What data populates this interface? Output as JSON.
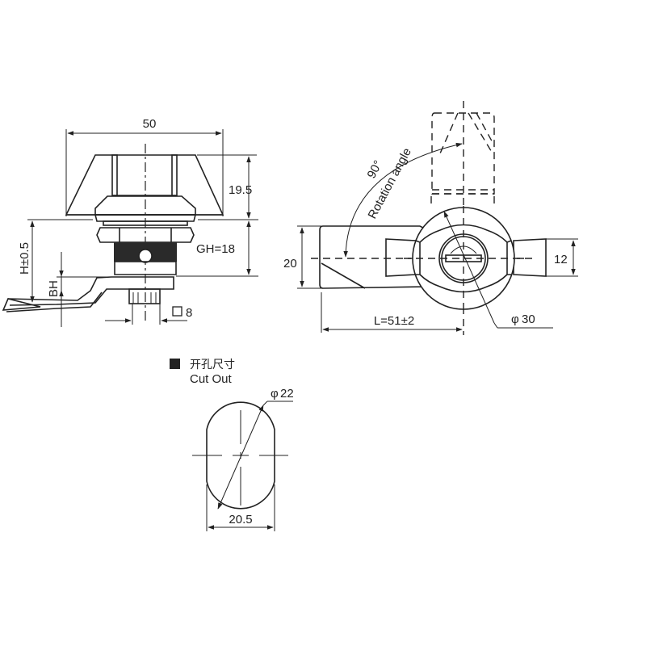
{
  "drawing": {
    "type": "cam lock technical drawing",
    "side_view": {
      "width_label": "50",
      "head_height_label": "19.5",
      "grip_height_label": "GH=18",
      "h_label": "H±0.5",
      "bh_label": "BH",
      "square_label": "8",
      "square_icon": "square-symbol"
    },
    "front_view": {
      "rotation_degree_label": "90°",
      "rotation_text": "Rotation angle",
      "height_label": "20",
      "tongue_width_label": "12",
      "length_label": "L=51±2",
      "diameter_label": "30",
      "diameter_symbol": "φ"
    },
    "cutout": {
      "title_cn": "开孔尺寸",
      "title_en": "Cut Out",
      "marker_icon": "black-square",
      "diameter_label": "22",
      "diameter_symbol": "φ",
      "width_label": "20.5"
    }
  }
}
